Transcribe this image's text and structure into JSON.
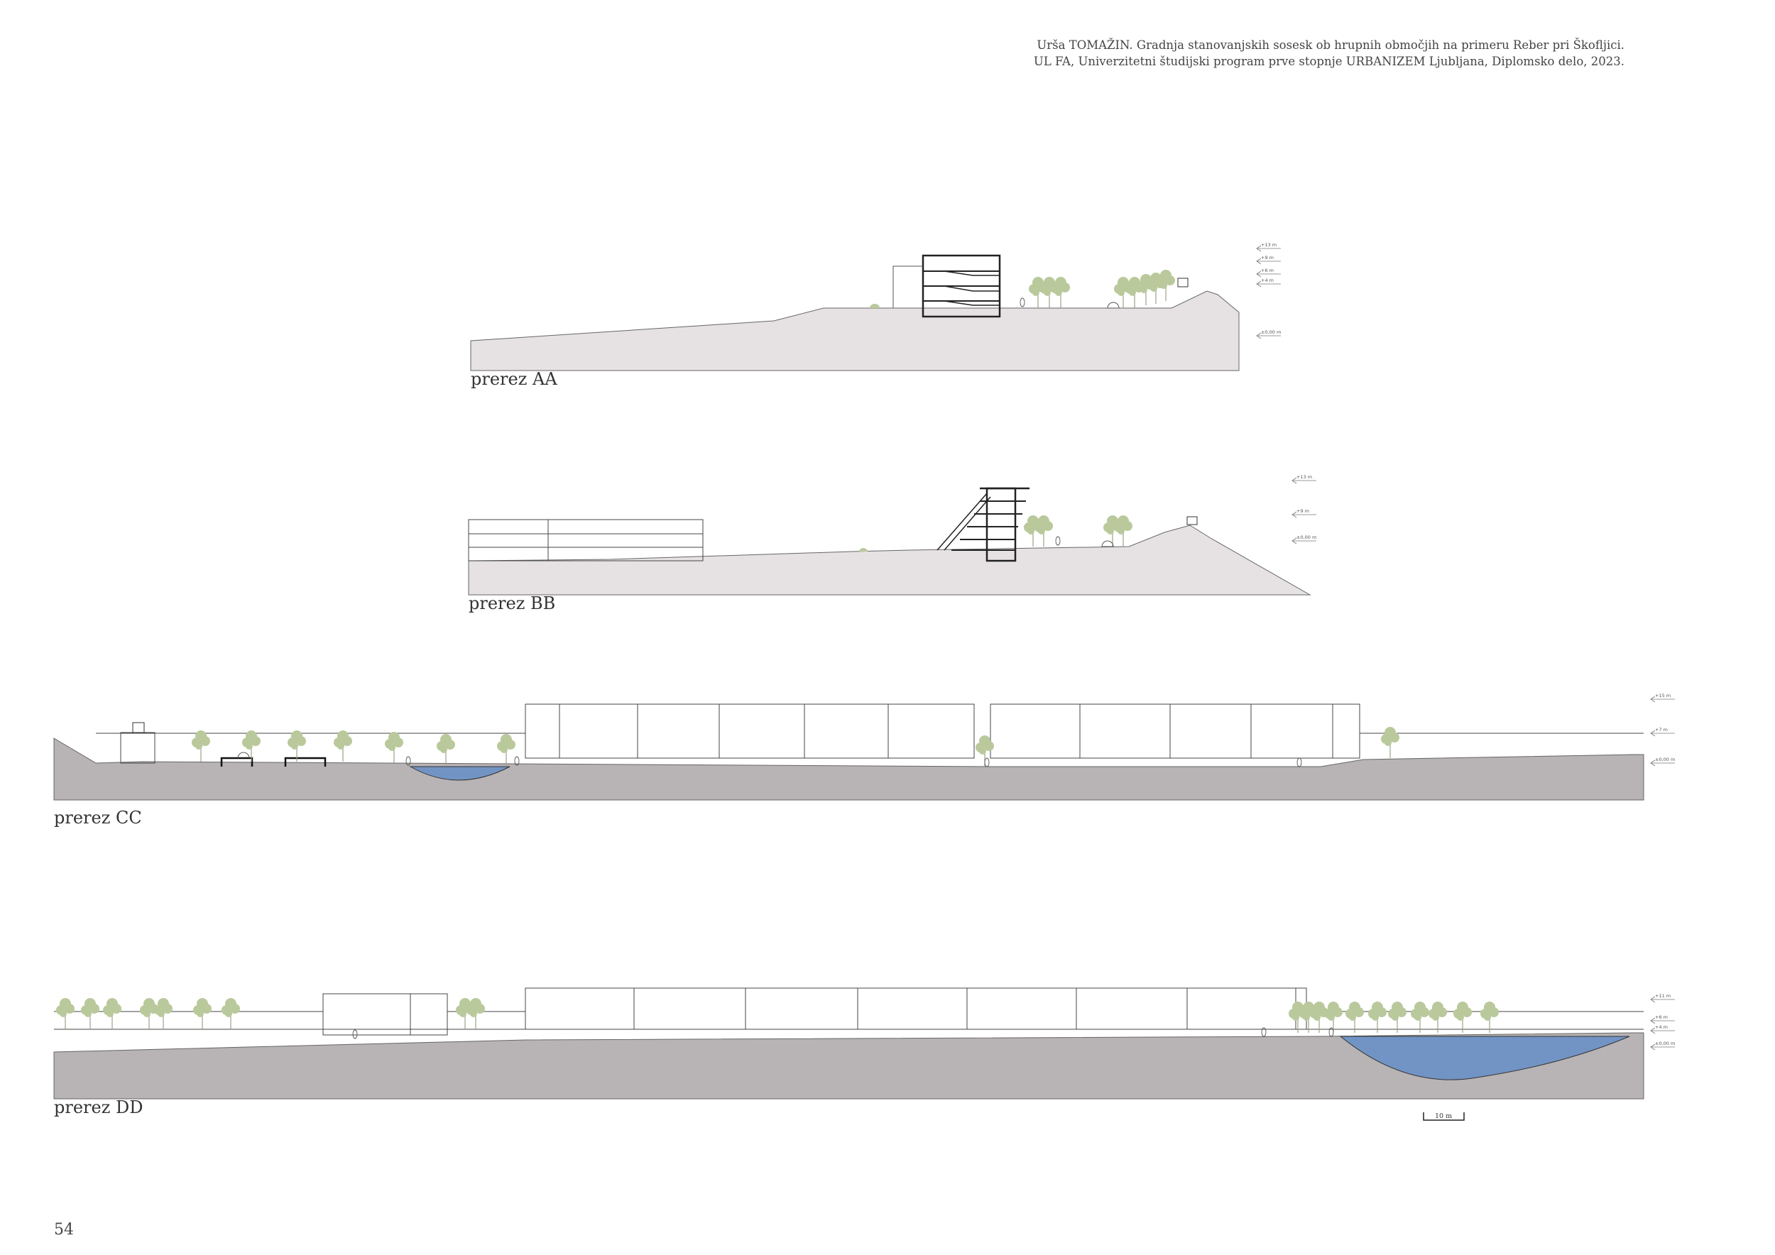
{
  "header": {
    "line1": "Urša TOMAŽIN. Gradnja stanovanjskih sosesk ob hrupnih območjih na primeru Reber pri Škofljici.",
    "line2": "UL FA, Univerzitetni študijski program prve stopnje URBANIZEM Ljubljana, Diplomsko delo, 2023."
  },
  "page_number": "54",
  "colors": {
    "ground_light": "#e6e2e3",
    "ground_dark": "#b8b3b4",
    "water": "#7294c4",
    "tree": "#b9c99c",
    "line": "#333333"
  },
  "sections": [
    {
      "label": "prerez AA",
      "levels": [
        "+13 m",
        "+9 m",
        "+6 m",
        "+4 m",
        "±0,00 m"
      ]
    },
    {
      "label": "prerez BB",
      "levels": [
        "+13 m",
        "+9 m",
        "±0,00 m"
      ]
    },
    {
      "label": "prerez CC",
      "levels": [
        "+15 m",
        "+7 m",
        "±0,00 m"
      ]
    },
    {
      "label": "prerez DD",
      "levels": [
        "+11 m",
        "+6 m",
        "+4 m",
        "±0,00 m"
      ]
    }
  ],
  "scale_bar": {
    "label": "10 m"
  }
}
